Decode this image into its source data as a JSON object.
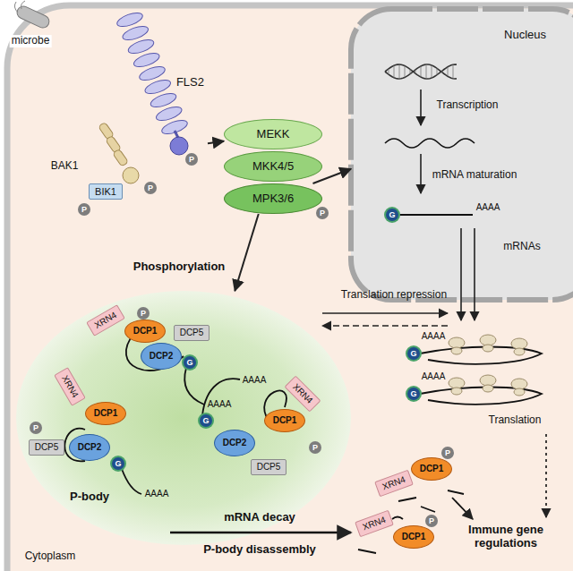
{
  "diagram": {
    "nodes": [
      {
        "text": [
          "FLS2"
        ]
      },
      {
        "text": [
          "BIK1"
        ]
      },
      {
        "text": [
          "MEKK"
        ]
      },
      {
        "text": [
          "MKK4/5"
        ]
      },
      {
        "text": [
          "MPK3/6"
        ]
      },
      {
        "text": [
          "Nucleus"
        ]
      },
      {
        "text": [
          "P-body"
        ]
      },
      {
        "text": [
          "XRN4"
        ],
        "in": 6
      },
      {
        "text": [
          "DCP1"
        ],
        "in": 6
      },
      {
        "text": [
          "DCP5"
        ],
        "in": 6
      },
      {
        "text": [
          "DCP2"
        ],
        "in": 6
      },
      {
        "text": [
          "XRN4"
        ],
        "in": 6
      },
      {
        "text": [
          "DCP1"
        ],
        "in": 6
      },
      {
        "text": [
          "DCP5"
        ],
        "in": 6
      },
      {
        "text": [
          "DCP2"
        ],
        "in": 6
      },
      {
        "text": [
          "DCP1"
        ],
        "in": 6
      },
      {
        "text": [
          "DCP2"
        ],
        "in": 6
      },
      {
        "text": [
          "DCP5"
        ],
        "in": 6
      },
      {
        "text": [
          "XRN4"
        ],
        "in": 6
      },
      {
        "text": [
          "XRN4"
        ]
      },
      {
        "text": [
          "DCP1"
        ]
      },
      {
        "text": [
          "XRN4"
        ]
      },
      {
        "text": [
          "DCP1"
        ]
      }
    ],
    "edges": [
      {
        "from": 0,
        "to": 2,
        "arrow": "to"
      },
      {
        "from": 4,
        "to": 5,
        "arrow": "to"
      },
      {
        "from": 4,
        "to": 6,
        "arrow": "to",
        "label": "Phosphorylation"
      }
    ],
    "labels": [
      "microbe",
      "BAK1",
      "P",
      "P",
      "P",
      "P",
      "Transcription",
      "mRNA maturation",
      "G",
      "AAAA",
      "mRNAs",
      "Translation repression",
      "G",
      "AAAA",
      "G",
      "AAAA",
      "Translation",
      "P",
      "P",
      "P",
      "G",
      "G",
      "G",
      "AAAA",
      "AAAA",
      "AAAA",
      "mRNA decay",
      "P-body disassembly",
      "P",
      "P",
      "Immune gene regulations",
      "Cytoplasm"
    ]
  }
}
